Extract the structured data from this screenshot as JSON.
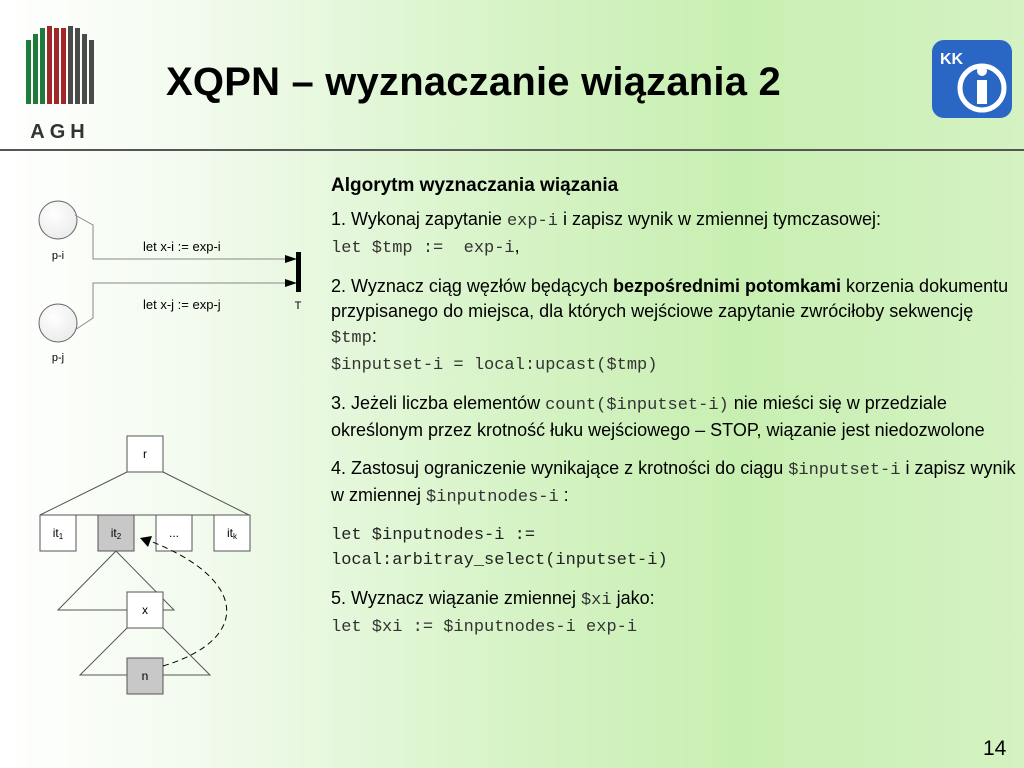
{
  "logos": {
    "agh_text": "AGH",
    "kk_text": "KK"
  },
  "title": "XQPN – wyznaczanie wiązania 2",
  "diagram": {
    "place_i": "p-i",
    "place_j": "p-j",
    "arc_i": "let x-i := exp-i",
    "arc_j": "let x-j := exp-j",
    "transition": "T",
    "root": "r",
    "item1": "it",
    "item1_sub": "1",
    "item2": "it",
    "item2_sub": "2",
    "ellipsis": "...",
    "itemk": "it",
    "itemk_sub": "k",
    "node_x": "x",
    "node_n": "n"
  },
  "content": {
    "heading": "Algorytm wyznaczania wiązania",
    "step1": {
      "t1": "1. Wykonaj zapytanie ",
      "c1": "exp-i",
      "t2": " i zapisz wynik w zmiennej tymczasowej: ",
      "c2": "let $tmp :=  exp-i",
      "t3": ","
    },
    "step2": {
      "t1": "2. Wyznacz ciąg węzłów będących ",
      "b1": "bezpośrednimi potomkami",
      "t2": " korzenia dokumentu przypisanego do miejsca, dla których wejściowe zapytanie zwróciłoby sekwencję ",
      "c1": "$tmp",
      "t3": ":",
      "c2": "$inputset-i = local:upcast($tmp)"
    },
    "step3": {
      "t1": "3. Jeżeli liczba elementów ",
      "c1": "count($inputset-i)",
      "t2": " nie mieści się w przedziale określonym przez krotność łuku wejściowego – STOP, wiązanie jest niedozwolone"
    },
    "step4": {
      "t1": "4. Zastosuj ograniczenie wynikające z krotności do ciągu ",
      "c1": "$inputset-i",
      "t2": " i zapisz wynik w zmiennej ",
      "c2": "$inputnodes-i",
      "t3": " :"
    },
    "code4": {
      "line1": "let $inputnodes-i :=",
      "line2": "local:arbitray_select(inputset-i)"
    },
    "step5": {
      "t1": "5. Wyznacz wiązanie zmiennej ",
      "c1": "$xi",
      "t2": " jako:",
      "code": "let $xi := $inputnodes-i exp-i"
    }
  },
  "page_number": "14",
  "colors": {
    "agh_green": "#1f7a3c",
    "agh_red": "#a3262a",
    "agh_gray": "#4a4a4a",
    "kk_blue": "#2a66c4",
    "node_gray": "#c8c8c8"
  }
}
